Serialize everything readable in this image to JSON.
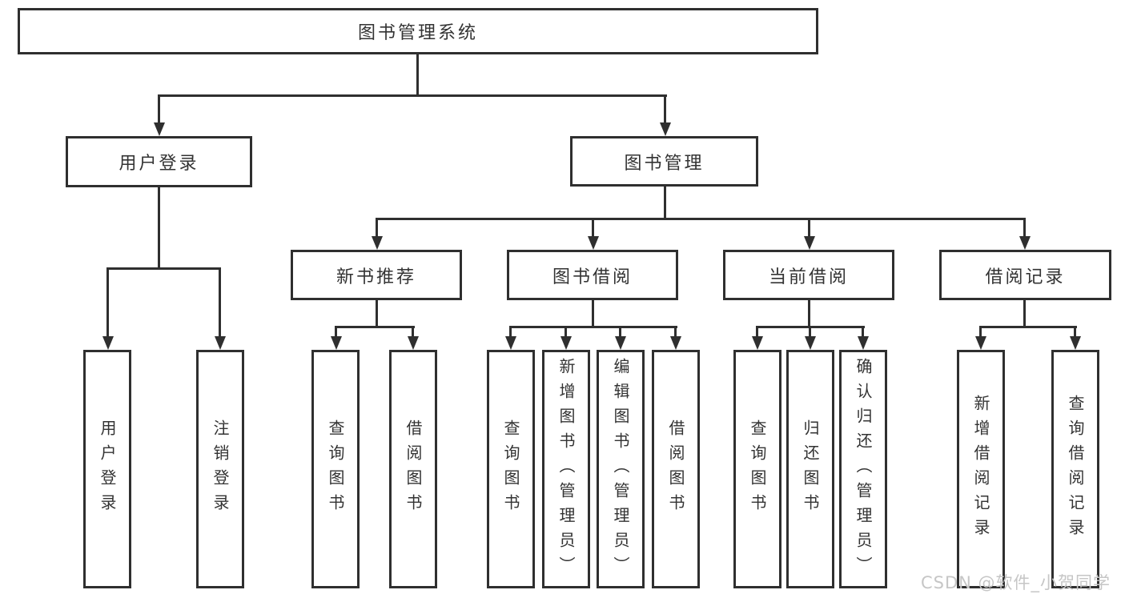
{
  "colors": {
    "line": "#2f2f2f",
    "text": "#333333",
    "watermark": "#c6c6c6",
    "background": "#ffffff"
  },
  "tree": {
    "root": "图书管理系统",
    "level2": [
      "用户登录",
      "图书管理"
    ],
    "level3": [
      "新书推荐",
      "图书借阅",
      "当前借阅",
      "借阅记录"
    ],
    "leaf_groups": [
      {
        "parent": "用户登录",
        "items": [
          "用户登录",
          "注销登录"
        ]
      },
      {
        "parent": "新书推荐",
        "items": [
          "查询图书",
          "借阅图书"
        ]
      },
      {
        "parent": "图书借阅",
        "items": [
          "查询图书",
          "新增图书（管理员）",
          "编辑图书（管理员）",
          "借阅图书"
        ]
      },
      {
        "parent": "当前借阅",
        "items": [
          "查询图书",
          "归还图书",
          "确认归还（管理员）"
        ]
      },
      {
        "parent": "借阅记录",
        "items": [
          "新增借阅记录",
          "查询借阅记录"
        ]
      }
    ]
  },
  "watermark": "CSDN @软件_小贺同学"
}
